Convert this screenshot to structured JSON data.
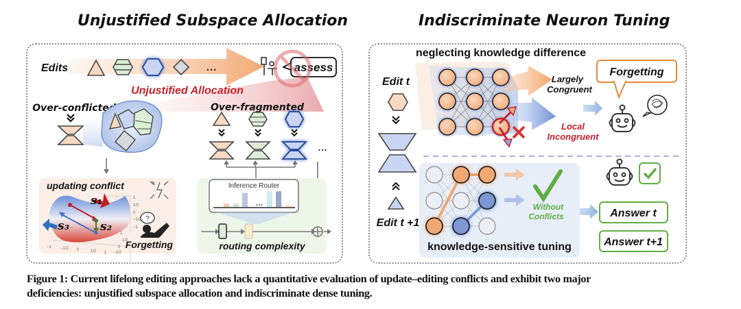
{
  "left_panel": {
    "title": "Unjustified Subspace Allocation",
    "edits_label": "Edits",
    "ellipsis": "…",
    "assess_label": "assess",
    "unjustified_label": "Unjustified Allocation",
    "over_conflicted_label": "Over-conflicted",
    "over_fragmented_label": "Over-fragmented",
    "updating_conflict_label": "updating conflict",
    "forgetting_label": "Forgetting",
    "vectors": [
      "s₁",
      "s₂",
      "s₃"
    ],
    "axis_ticks": [
      "1",
      "1/2",
      "0",
      "−1/2",
      "−1"
    ],
    "router_label": "Inference Router",
    "routing_label": "routing complexity",
    "router_bars": [
      0.2,
      0.2,
      0.85,
      0.95,
      0.95,
      0.15
    ],
    "router_bar_colors": [
      "#f5c9a8",
      "#cfe6c4",
      "#b8c6e6",
      "#cdeaf0",
      "#9aa8c8",
      "#fbe7c0"
    ],
    "edit_colors": {
      "orange": "#f8d9c3",
      "green": "#dcefd6",
      "blue": "#c9d5f2",
      "gray": "#d6d9de"
    }
  },
  "right_panel": {
    "title": "Indiscriminate Neuron Tuning",
    "neglecting_label": "neglecting knowledge difference",
    "edit_t_label": "Edit t",
    "edit_t1_label": "Edit t +1",
    "largely_label_1": "Largely",
    "largely_label_2": "Congruent",
    "local_label_1": "Local",
    "local_label_2": "Incongruent",
    "forgetting_bubble": "Forgetting",
    "without_label_1": "Without",
    "without_label_2": "Conflicts",
    "sensitive_label": "knowledge-sensitive tuning",
    "answer_t": "Answer t",
    "answer_t1": "Answer t+1",
    "colors": {
      "accent_red": "#c8202a",
      "accent_green": "#5fae45",
      "orange_border": "#e38a3c"
    }
  },
  "caption": {
    "line1": "Figure 1: Current lifelong editing approaches lack a quantitative evaluation of update–editing conflicts and exhibit two major",
    "line2": "deficiencies: unjustified subspace allocation and indiscriminate dense tuning."
  }
}
